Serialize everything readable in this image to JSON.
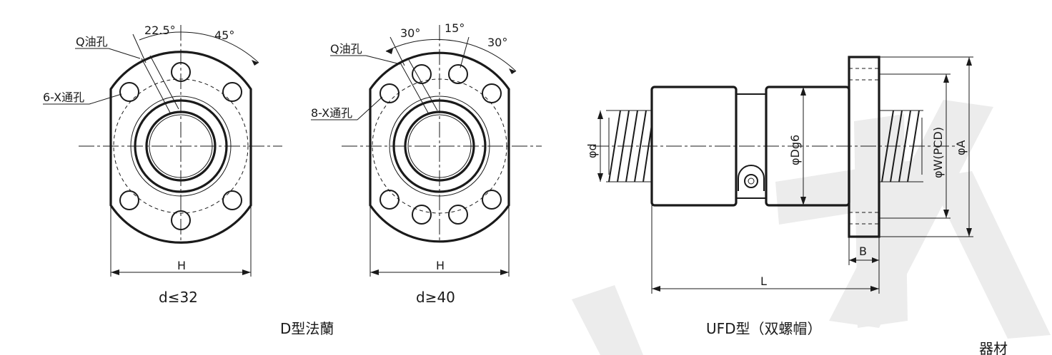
{
  "left_view": {
    "angle_a": "22.5°",
    "angle_b": "45°",
    "oil_hole": "Q油孔",
    "through_holes": "6-X通孔",
    "width_label": "H",
    "caption": "d≤32"
  },
  "middle_view": {
    "angle_a": "30°",
    "angle_b": "15°",
    "angle_c": "30°",
    "oil_hole": "Q油孔",
    "through_holes": "8-X通孔",
    "width_label": "H",
    "caption": "d≥40"
  },
  "flange_type_caption": "D型法蘭",
  "side_view": {
    "dim_d": "φd",
    "dim_dg6": "φDg6",
    "dim_pcd": "φW(PCD)",
    "dim_a": "φA",
    "dim_b": "B",
    "dim_l": "L",
    "caption": "UFD型（双螺帽）"
  },
  "corner_text": "器材",
  "colors": {
    "line": "#1a1a1a",
    "watermark": "#ececec",
    "background": "#ffffff"
  }
}
